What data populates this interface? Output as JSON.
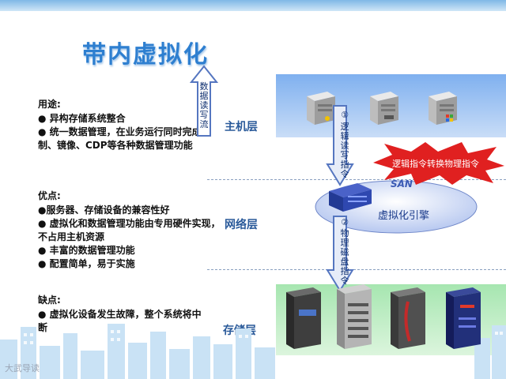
{
  "title": "带内虚拟化",
  "usage": {
    "head": "用途:",
    "items": [
      "● 异构存储系统整合",
      "● 统一数据管理，在业务运行同时完成复制、镜像、CDP等各种数据管理功能"
    ]
  },
  "pros": {
    "head": "优点:",
    "items": [
      "●服务器、存储设备的兼容性好",
      "● 虚拟化和数据管理功能由专用硬件实现，不占用主机资源",
      "● 丰富的数据管理功能",
      "● 配置简单，易于实施"
    ]
  },
  "cons": {
    "head": "缺点:",
    "items": [
      "● 虚拟化设备发生故障，整个系统将中断"
    ]
  },
  "layers": {
    "host": "主机层",
    "network": "网络层",
    "storage": "存储层"
  },
  "arrows": {
    "data_rw": "数据读写流",
    "logic_num": "①",
    "logic_text": "逻辑读写指令",
    "phys_num": "②",
    "phys_text": "物理磁盘指令"
  },
  "burst_label": "逻辑指令转换物理指令",
  "san_label": "SAN",
  "engine_label": "虚拟化引擎",
  "watermark": "大武导读",
  "colors": {
    "title": "#2e7fd0",
    "burst": "#e02020",
    "host_band": "#7fb0ef",
    "storage_band": "#a6e6b0"
  }
}
